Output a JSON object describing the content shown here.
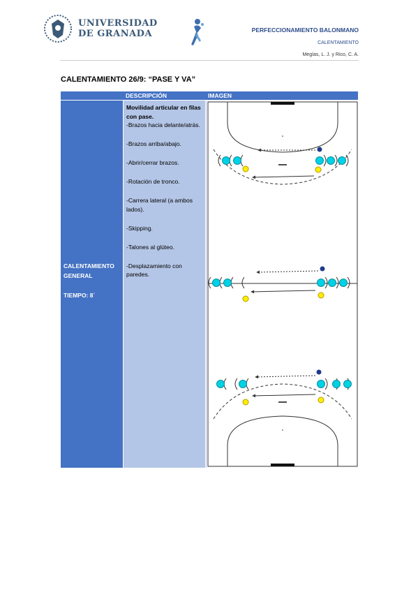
{
  "header": {
    "university_line1": "UNIVERSIDAD",
    "university_line2": "DE GRANADA",
    "right_title": "PERFECCIONAMIENTO BALONMANO",
    "right_subtitle": "CALENTAMIENTO",
    "authors": "Megías, L. J. y Rico, C. A."
  },
  "title": "CALENTAMIENTO 26/9: “PASE Y VA”",
  "table": {
    "headers": [
      "",
      "DESCRIPCIÓN",
      "IMAGEN"
    ],
    "row_label_line1": "CALENTAMIENTO",
    "row_label_line2": "GENERAL",
    "row_time": "TIEMPO: 8´",
    "description_head": "Movilidad articular en filas con pase.",
    "description_items": [
      "-Brazos hacia delante/atrás.",
      "-Brazos arriba/abajo.",
      "-Abrir/cerrar brazos.",
      "-Rotación de tronco.",
      "-Carrera lateral (a ambos lados).",
      "-Skipping.",
      "-Talones al glúteo.",
      "-Desplazamiento con paredes."
    ]
  },
  "colors": {
    "header_blue": "#4472c4",
    "light_blue": "#b4c6e7",
    "player_cyan": "#00d2e6",
    "ball_yellow": "#ffee00",
    "ball_navy": "#1f3a8a"
  }
}
